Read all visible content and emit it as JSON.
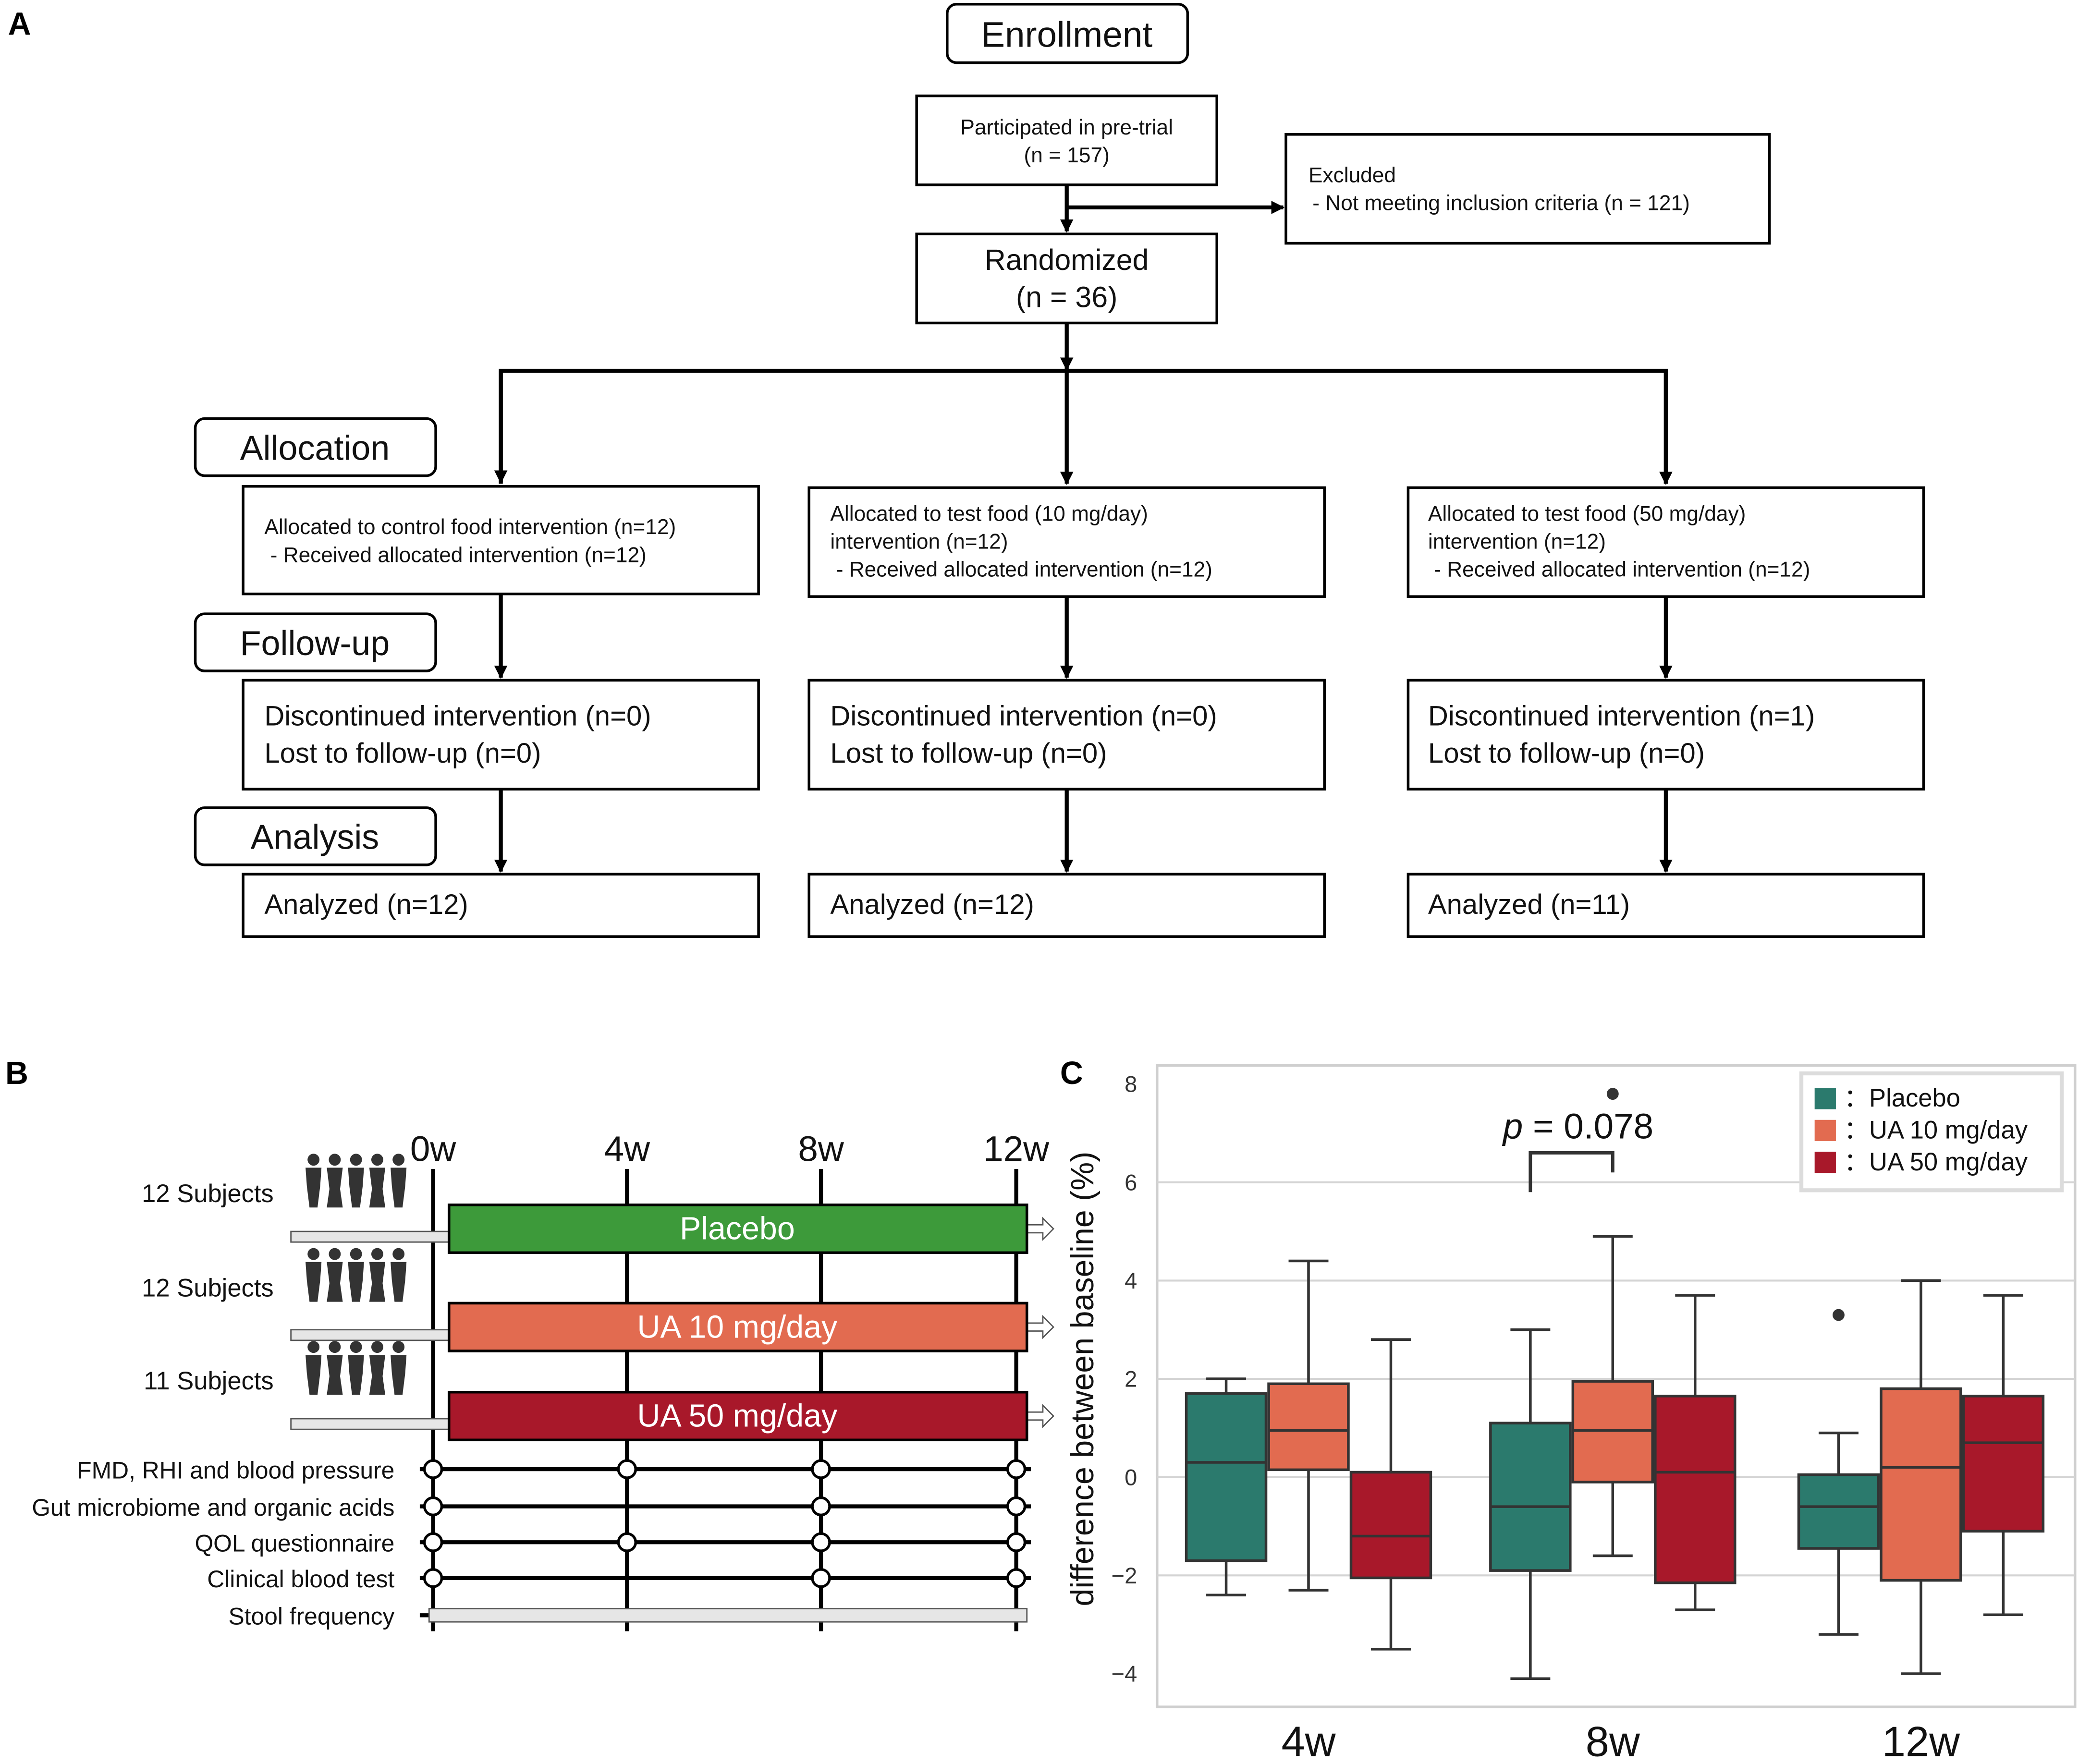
{
  "panel_labels": {
    "a": "A",
    "b": "B",
    "c": "C"
  },
  "flow": {
    "enrollment": "Enrollment",
    "pretrial": {
      "line1": "Participated in pre-trial",
      "line2": "(n = 157)"
    },
    "excluded": {
      "line1": "Excluded",
      "line2": "- Not meeting inclusion criteria (n = 121)"
    },
    "randomized": {
      "line1": "Randomized",
      "line2": "(n = 36)"
    },
    "stages": {
      "allocation": "Allocation",
      "followup": "Follow-up",
      "analysis": "Analysis"
    },
    "arms": [
      {
        "alloc": [
          "Allocated to control food intervention (n=12)",
          " - Received allocated intervention (n=12)"
        ],
        "follow": [
          "Discontinued intervention (n=0)",
          "Lost to follow-up (n=0)"
        ],
        "analyzed": "Analyzed (n=12)"
      },
      {
        "alloc": [
          "Allocated to test food (10 mg/day)",
          "intervention (n=12)",
          " - Received allocated intervention (n=12)"
        ],
        "follow": [
          "Discontinued intervention (n=0)",
          "Lost to follow-up (n=0)"
        ],
        "analyzed": "Analyzed (n=12)"
      },
      {
        "alloc": [
          "Allocated to test food (50 mg/day)",
          "intervention (n=12)",
          " - Received allocated intervention (n=12)"
        ],
        "follow": [
          "Discontinued intervention (n=1)",
          "Lost to follow-up (n=0)"
        ],
        "analyzed": "Analyzed (n=11)"
      }
    ]
  },
  "timeline": {
    "weeks": [
      "0w",
      "4w",
      "8w",
      "12w"
    ],
    "groups": [
      {
        "subjects": "12 Subjects",
        "label": "Placebo",
        "color": "#3d9a3a"
      },
      {
        "subjects": "12 Subjects",
        "label": "UA 10 mg/day",
        "color": "#e26b50"
      },
      {
        "subjects": "11 Subjects",
        "label": "UA 50 mg/day",
        "color": "#a8182a"
      }
    ],
    "measurements": [
      {
        "label": "FMD, RHI and blood pressure",
        "points": [
          true,
          true,
          true,
          true
        ]
      },
      {
        "label": "Gut microbiome and organic acids",
        "points": [
          true,
          false,
          true,
          true
        ]
      },
      {
        "label": "QOL questionnaire",
        "points": [
          true,
          true,
          true,
          true
        ]
      },
      {
        "label": "Clinical blood test",
        "points": [
          true,
          false,
          true,
          true
        ]
      },
      {
        "label": "Stool frequency",
        "continuous": true
      }
    ]
  },
  "chart_data": {
    "type": "box",
    "ylabel": "difference between baseline (%)",
    "ylim": [
      -4.5,
      8.3
    ],
    "yticks": [
      -4,
      -2,
      0,
      2,
      4,
      6,
      8
    ],
    "categories": [
      "4w",
      "8w",
      "12w"
    ],
    "grid": true,
    "legend_position": "top-right",
    "series": [
      {
        "name": "Placebo",
        "color": "#2b7a6d",
        "boxes": [
          {
            "whislo": -2.4,
            "q1": -1.7,
            "med": 0.3,
            "q3": 1.7,
            "whishi": 2.0,
            "fliers": []
          },
          {
            "whislo": -4.1,
            "q1": -1.9,
            "med": -0.6,
            "q3": 1.1,
            "whishi": 3.0,
            "fliers": []
          },
          {
            "whislo": -3.2,
            "q1": -1.45,
            "med": -0.6,
            "q3": 0.05,
            "whishi": 0.9,
            "fliers": [
              3.3
            ]
          }
        ]
      },
      {
        "name": "UA 10 mg/day",
        "color": "#e26b50",
        "boxes": [
          {
            "whislo": -2.3,
            "q1": 0.15,
            "med": 0.95,
            "q3": 1.9,
            "whishi": 4.4,
            "fliers": []
          },
          {
            "whislo": -1.6,
            "q1": -0.1,
            "med": 0.95,
            "q3": 1.95,
            "whishi": 4.9,
            "fliers": [
              7.8
            ]
          },
          {
            "whislo": -4.0,
            "q1": -2.1,
            "med": 0.2,
            "q3": 1.8,
            "whishi": 4.0,
            "fliers": []
          }
        ]
      },
      {
        "name": "UA  50 mg/day",
        "color": "#a8182a",
        "boxes": [
          {
            "whislo": -3.5,
            "q1": -2.05,
            "med": -1.2,
            "q3": 0.1,
            "whishi": 2.8,
            "fliers": []
          },
          {
            "whislo": -2.7,
            "q1": -2.15,
            "med": 0.1,
            "q3": 1.65,
            "whishi": 3.7,
            "fliers": []
          },
          {
            "whislo": -2.8,
            "q1": -1.1,
            "med": 0.7,
            "q3": 1.65,
            "whishi": 3.7,
            "fliers": []
          }
        ]
      }
    ],
    "annotation": {
      "p_letter": "p",
      "text": " = 0.078",
      "between": [
        "Placebo 8w",
        "UA 10 mg/day 8w"
      ]
    }
  }
}
